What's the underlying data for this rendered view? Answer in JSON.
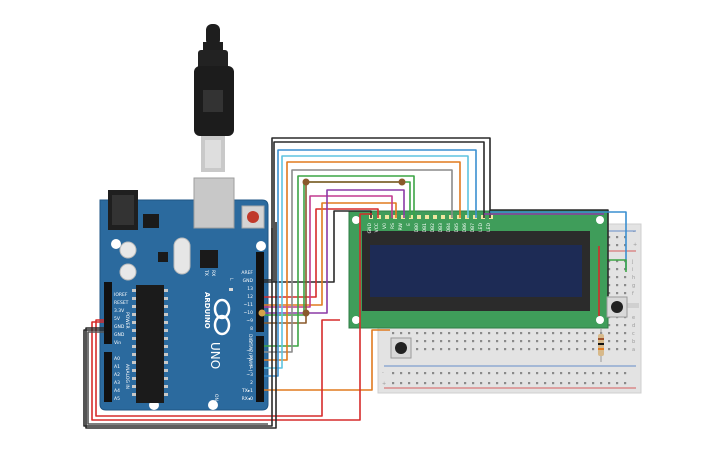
{
  "board": {
    "brand": "ARDUINO",
    "model": "UNO",
    "left_labels": [
      "IOREF",
      "RESET",
      "3.3V",
      "5V",
      "GND",
      "GND",
      "Vin"
    ],
    "analog_labels": [
      "A0",
      "A1",
      "A2",
      "A3",
      "A4",
      "A5"
    ],
    "power_caption": "POWER",
    "analog_caption": "ANALOG IN",
    "digital_caption": "DIGITAL (PWM~)",
    "top_right_labels": [
      "AREF",
      "GND",
      "13",
      "12",
      "~11",
      "~10",
      "~9",
      "8"
    ],
    "bottom_right_labels": [
      "7",
      "~6",
      "~5",
      "4",
      "~3",
      "2",
      "TX▸1",
      "RX◂0"
    ],
    "led_labels": [
      "L",
      "TX",
      "RX"
    ],
    "on_label": "ON"
  },
  "lcd": {
    "pin_labels": [
      "GND",
      "VCC",
      "V0",
      "RS",
      "RW",
      "E",
      "DB0",
      "DB1",
      "DB2",
      "DB3",
      "DB4",
      "DB5",
      "DB6",
      "DB7",
      "LED",
      "LED"
    ]
  },
  "breadboard": {
    "rail_signs": [
      "-",
      "+"
    ],
    "row_letters_top": [
      "j",
      "i",
      "h",
      "g",
      "f"
    ],
    "row_letters_bottom": [
      "e",
      "d",
      "c",
      "b",
      "a"
    ]
  },
  "colors": {
    "board": "#2b6a9e",
    "lcd_pcb": "#3f9d5a",
    "lcd_screen": "#1d2b55",
    "breadboard": "#e3e3e3",
    "wire_red": "#d62b2b",
    "wire_black": "#2a2a2a",
    "wire_orange": "#e07a1f",
    "wire_green": "#3ca545",
    "wire_blue": "#3a8fd0",
    "wire_cyan": "#5ec3e0",
    "wire_gray": "#8a8a8a",
    "wire_purple": "#8b3aa6",
    "wire_magenta": "#c23a8f",
    "wire_brown": "#8a5a2b"
  }
}
